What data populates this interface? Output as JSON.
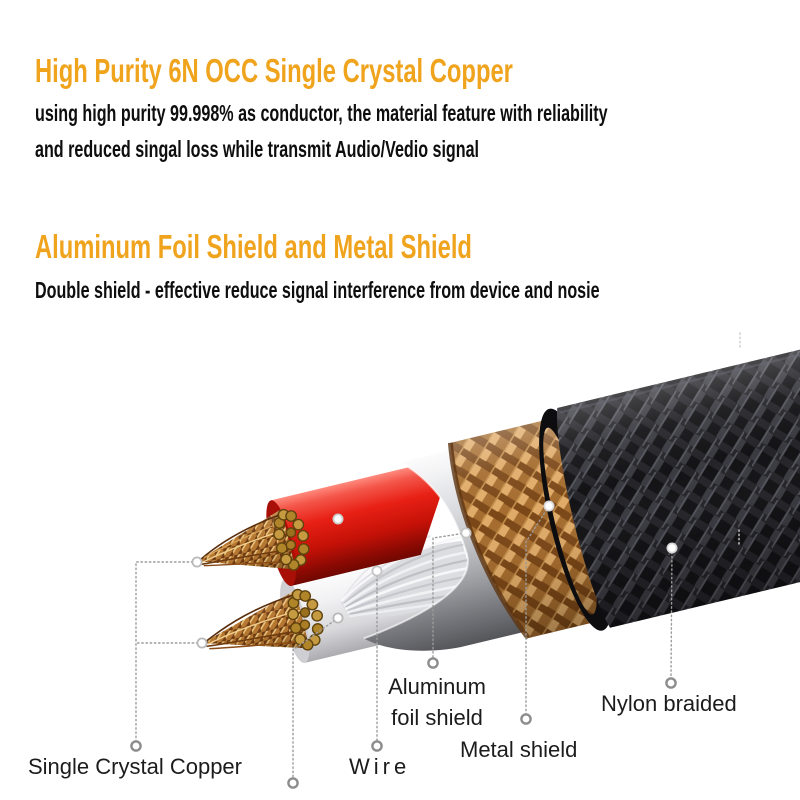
{
  "header": {
    "section1": {
      "heading": "High Purity 6N OCC Single Crystal Copper",
      "body": [
        "using high purity 99.998%  as conductor, the material feature with reliability",
        "and reduced singal loss while transmit Audio/Vedio signal"
      ]
    },
    "section2": {
      "heading": "Aluminum Foil Shield and Metal Shield",
      "body": [
        "Double shield - effective reduce signal interference from device and nosie"
      ]
    }
  },
  "diagram": {
    "labels": {
      "copper": "Single Crystal Copper",
      "wire": "Wire",
      "foil_line1": "Aluminum",
      "foil_line2": "foil shield",
      "metal": "Metal shield",
      "nylon": "Nylon braided"
    }
  },
  "colors": {
    "heading_accent": "#F0A41E",
    "body_text": "#0E0E0E",
    "label_text": "#1C1C1C",
    "leader_line": "#9B9B9B",
    "wire_red": "#E32015",
    "wire_white": "#F1F1F3",
    "copper_strand": "#B5762F",
    "foil_silver": "#C9CACE",
    "metal_braid": "#A56C2E",
    "nylon_black": "#131316"
  }
}
